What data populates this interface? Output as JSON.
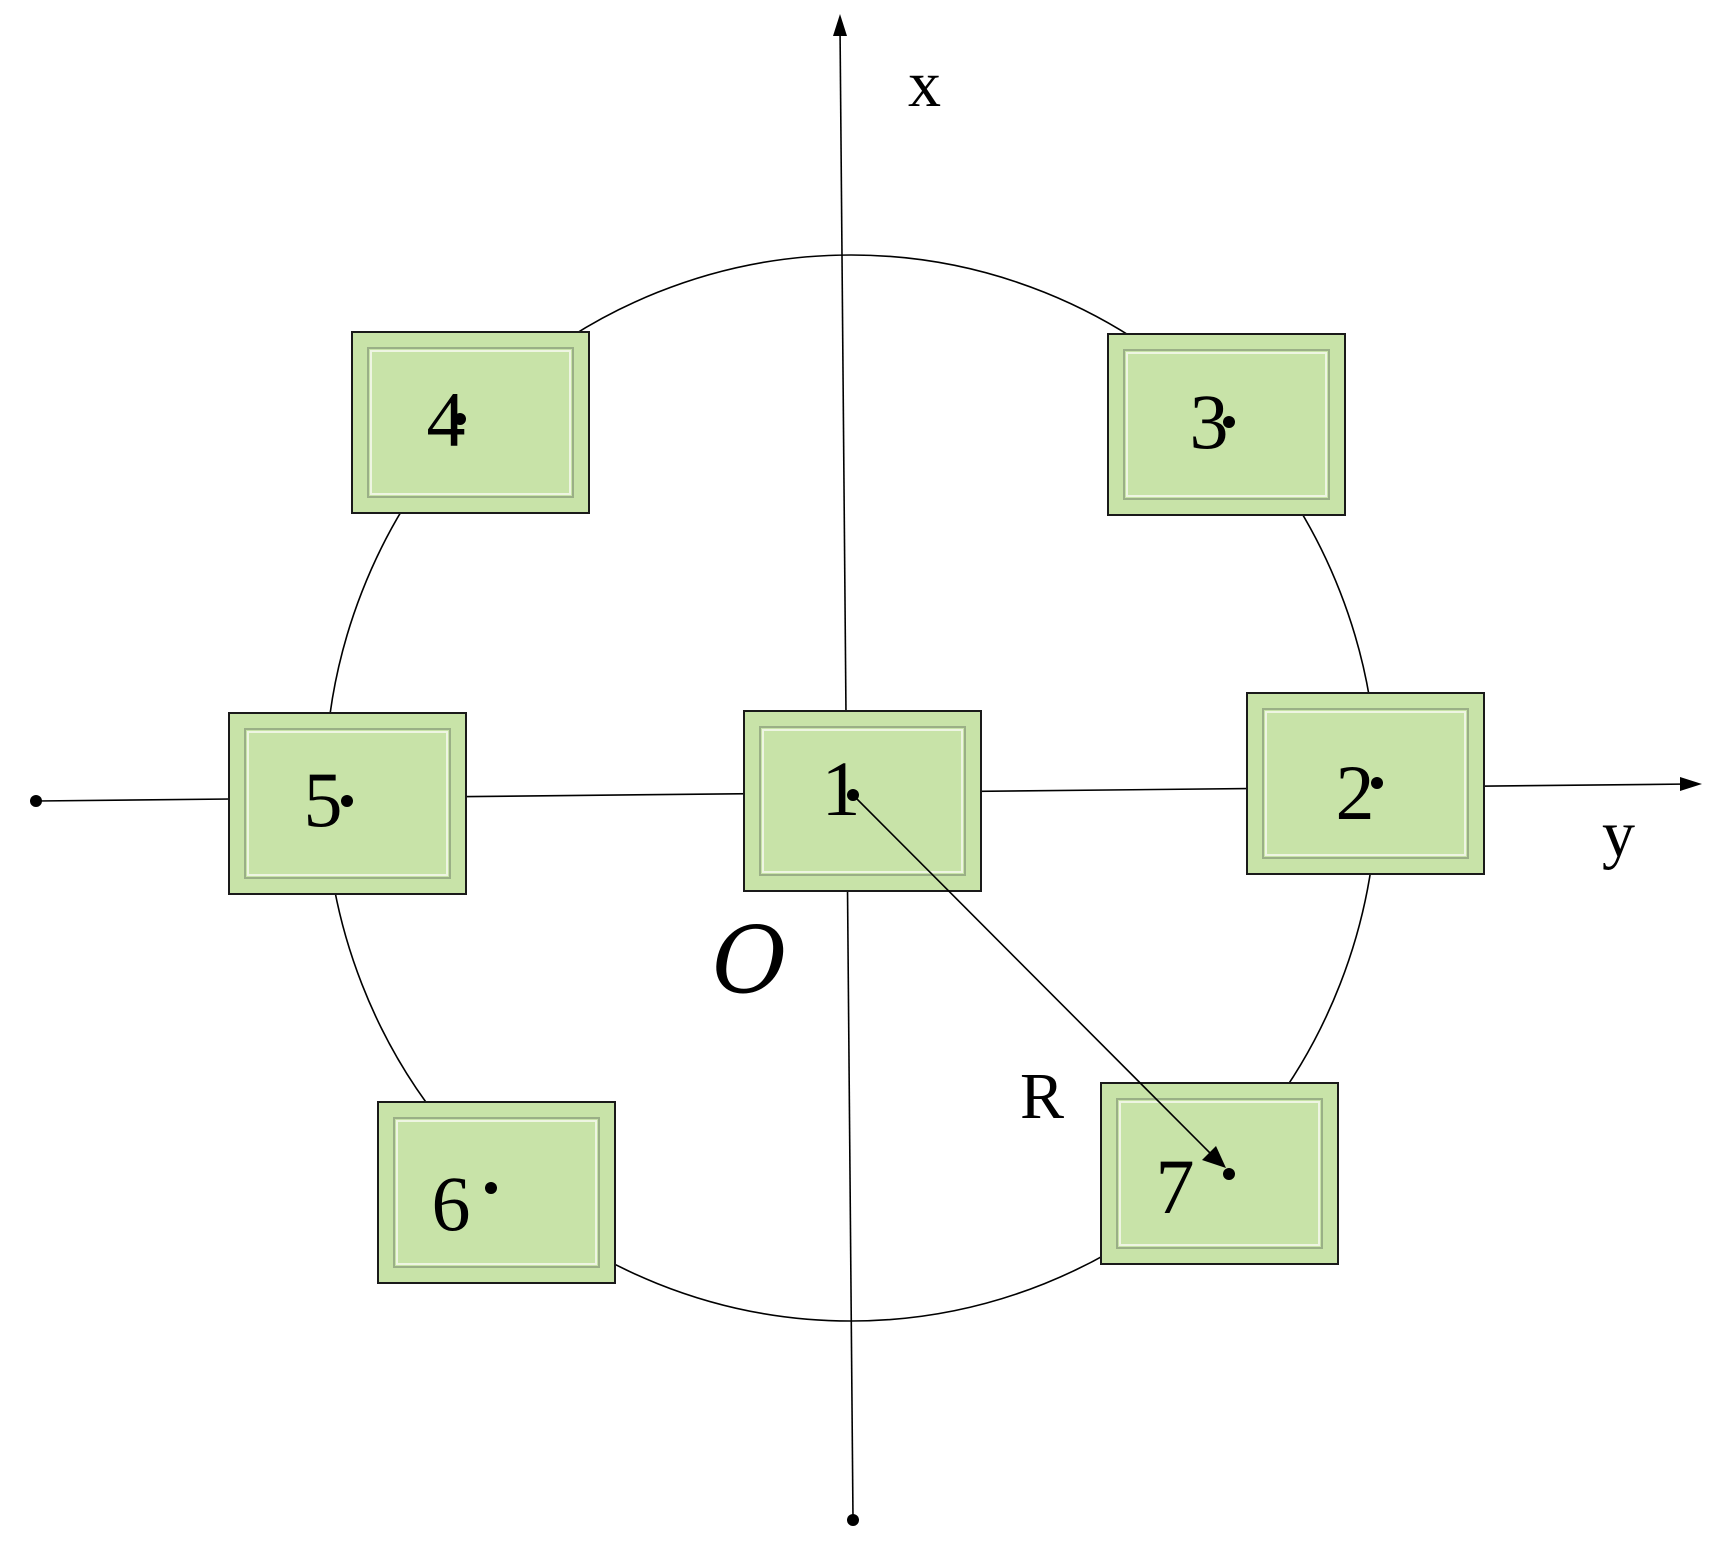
{
  "axes": {
    "x_label": "x",
    "y_label": "y",
    "origin_label": "O"
  },
  "radius_label": "R",
  "panels": [
    {
      "id": "1",
      "label": "1"
    },
    {
      "id": "2",
      "label": "2"
    },
    {
      "id": "3",
      "label": "3"
    },
    {
      "id": "4",
      "label": "4"
    },
    {
      "id": "5",
      "label": "5"
    },
    {
      "id": "6",
      "label": "6"
    },
    {
      "id": "7",
      "label": "7"
    }
  ],
  "colors": {
    "panel_fill": "#c8e3a8",
    "panel_border": "#1a1a1a",
    "line": "#000000",
    "background": "#ffffff"
  }
}
